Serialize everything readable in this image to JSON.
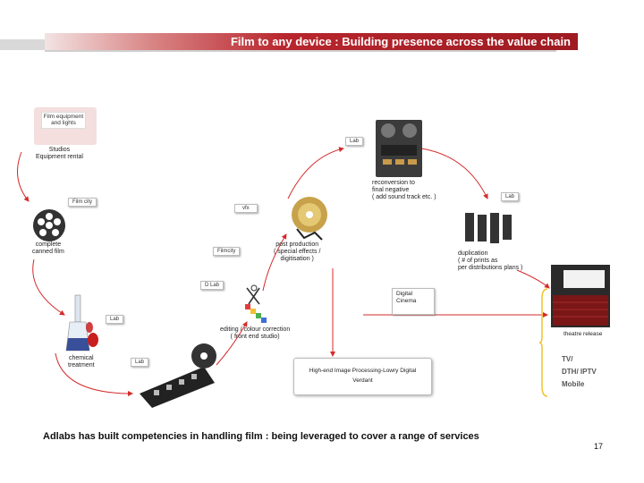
{
  "title": "Film to any device : Building presence across the value chain",
  "nodes": {
    "equipment_label": "Film equipment and lights",
    "studios": "Studios\nEquipment rental",
    "film_city": "Film city",
    "complete_canned": "complete\ncanned film",
    "lab_mid": "Lab",
    "chemical": "chemical\ntreatment",
    "lab_bottom": "Lab",
    "vfx": "vfx",
    "filmcity2": "Filmcity",
    "di_lab": "D Lab",
    "editing": "editing / colour correction\n( front end studio)",
    "post_production": "post production\n( special effects /\ndigitisation )",
    "lab_top": "Lab",
    "reconversion": "reconversion to\nfinal negative\n( add sound track etc. )",
    "lab_right": "Lab",
    "duplication": "duplication\n( # of prints as\nper distributions plans )",
    "digital_cinema": "Digital\nCinema",
    "high_end": "High-end Image Processing-Lowry Digital",
    "verdant": "Verdant",
    "theatre": "theatre release",
    "tv": "TV/",
    "dth": "DTH/ IPTV",
    "mobile": "Mobile"
  },
  "footer": "Adlabs has built competencies in handling film : being leveraged to cover a range of services",
  "page_number": "17",
  "colors": {
    "title_bar": "#b8262d",
    "arrow": "#d42b2b"
  }
}
